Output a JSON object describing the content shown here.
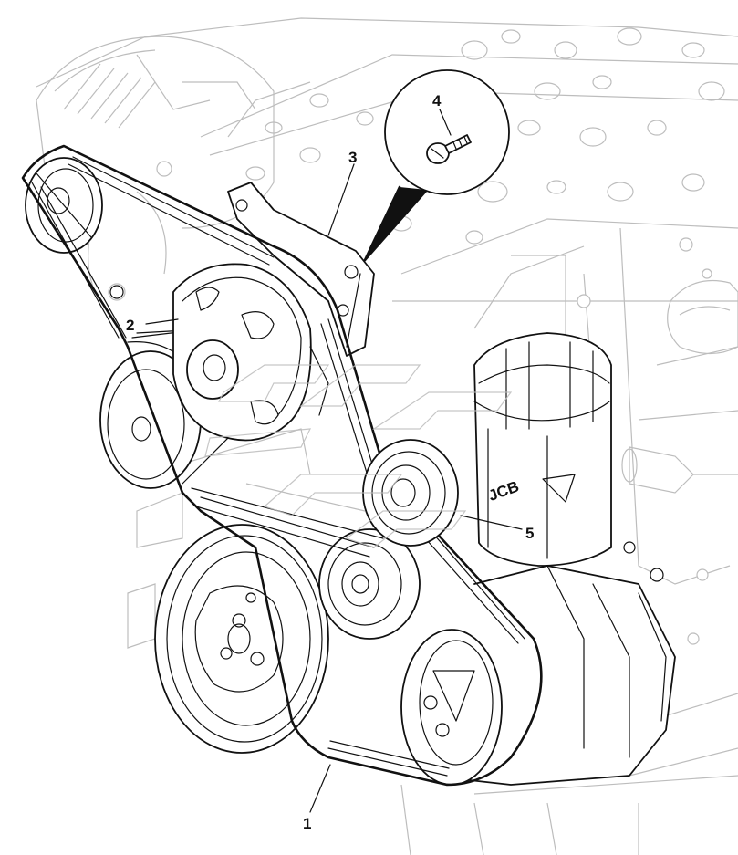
{
  "figure": {
    "callouts": [
      {
        "id": "1",
        "label": "1"
      },
      {
        "id": "2",
        "label": "2"
      },
      {
        "id": "3",
        "label": "3"
      },
      {
        "id": "4",
        "label": "4"
      },
      {
        "id": "5",
        "label": "5"
      }
    ],
    "brand_mark": "JCB"
  }
}
